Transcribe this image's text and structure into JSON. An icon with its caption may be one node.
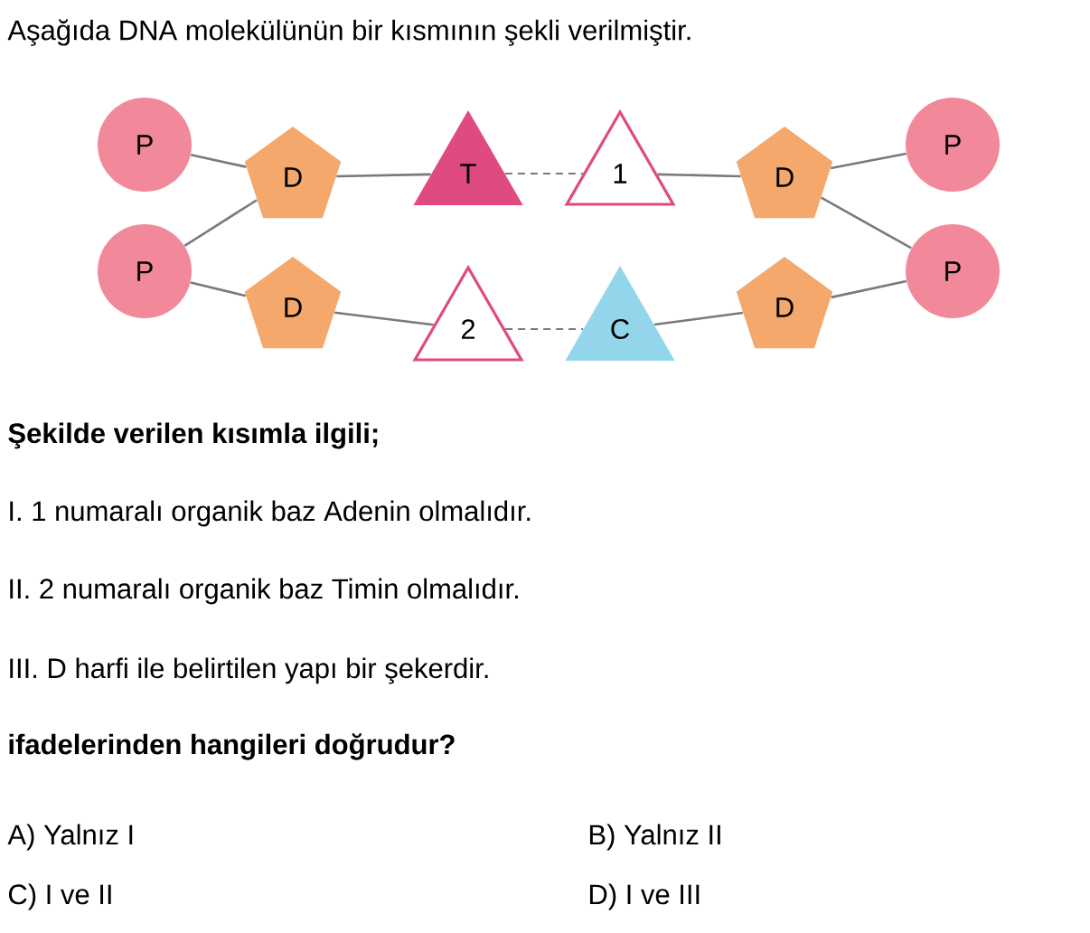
{
  "diagram": {
    "nodes": [
      {
        "text": [
          "P"
        ]
      },
      {
        "text": [
          "D"
        ]
      },
      {
        "text": [
          "T"
        ]
      },
      {
        "text": [
          "1"
        ]
      },
      {
        "text": [
          "D"
        ]
      },
      {
        "text": [
          "P"
        ]
      },
      {
        "text": [
          "P"
        ]
      },
      {
        "text": [
          "D"
        ]
      },
      {
        "text": [
          "2"
        ]
      },
      {
        "text": [
          "C"
        ]
      },
      {
        "text": [
          "D"
        ]
      },
      {
        "text": [
          "P"
        ]
      }
    ],
    "edges": [
      {
        "from": 0,
        "to": 1,
        "arrow": "none"
      },
      {
        "from": 1,
        "to": 2,
        "arrow": "none"
      },
      {
        "from": 2,
        "to": 3,
        "arrow": "none",
        "style": "dashed"
      },
      {
        "from": 3,
        "to": 4,
        "arrow": "none"
      },
      {
        "from": 4,
        "to": 5,
        "arrow": "none"
      },
      {
        "from": 1,
        "to": 6,
        "arrow": "none"
      },
      {
        "from": 6,
        "to": 7,
        "arrow": "none"
      },
      {
        "from": 7,
        "to": 8,
        "arrow": "none"
      },
      {
        "from": 8,
        "to": 9,
        "arrow": "none",
        "style": "dashed"
      },
      {
        "from": 9,
        "to": 10,
        "arrow": "none"
      },
      {
        "from": 10,
        "to": 11,
        "arrow": "none"
      },
      {
        "from": 4,
        "to": 11,
        "arrow": "none"
      }
    ],
    "labels": [
      "Aşağıda DNA molekülünün bir kısmının şekli verilmiştir.",
      "Şekilde verilen kısımla ilgili;",
      "I.   1 numaralı organik baz Adenin olmalıdır.",
      "II.  2 numaralı organik baz Timin olmalıdır.",
      "III. D harfi ile belirtilen yapı bir şekerdir.",
      "ifadelerinden hangileri doğrudur?",
      "A) Yalnız I",
      "B) Yalnız II",
      "C) I ve II",
      "D) I ve III"
    ]
  }
}
